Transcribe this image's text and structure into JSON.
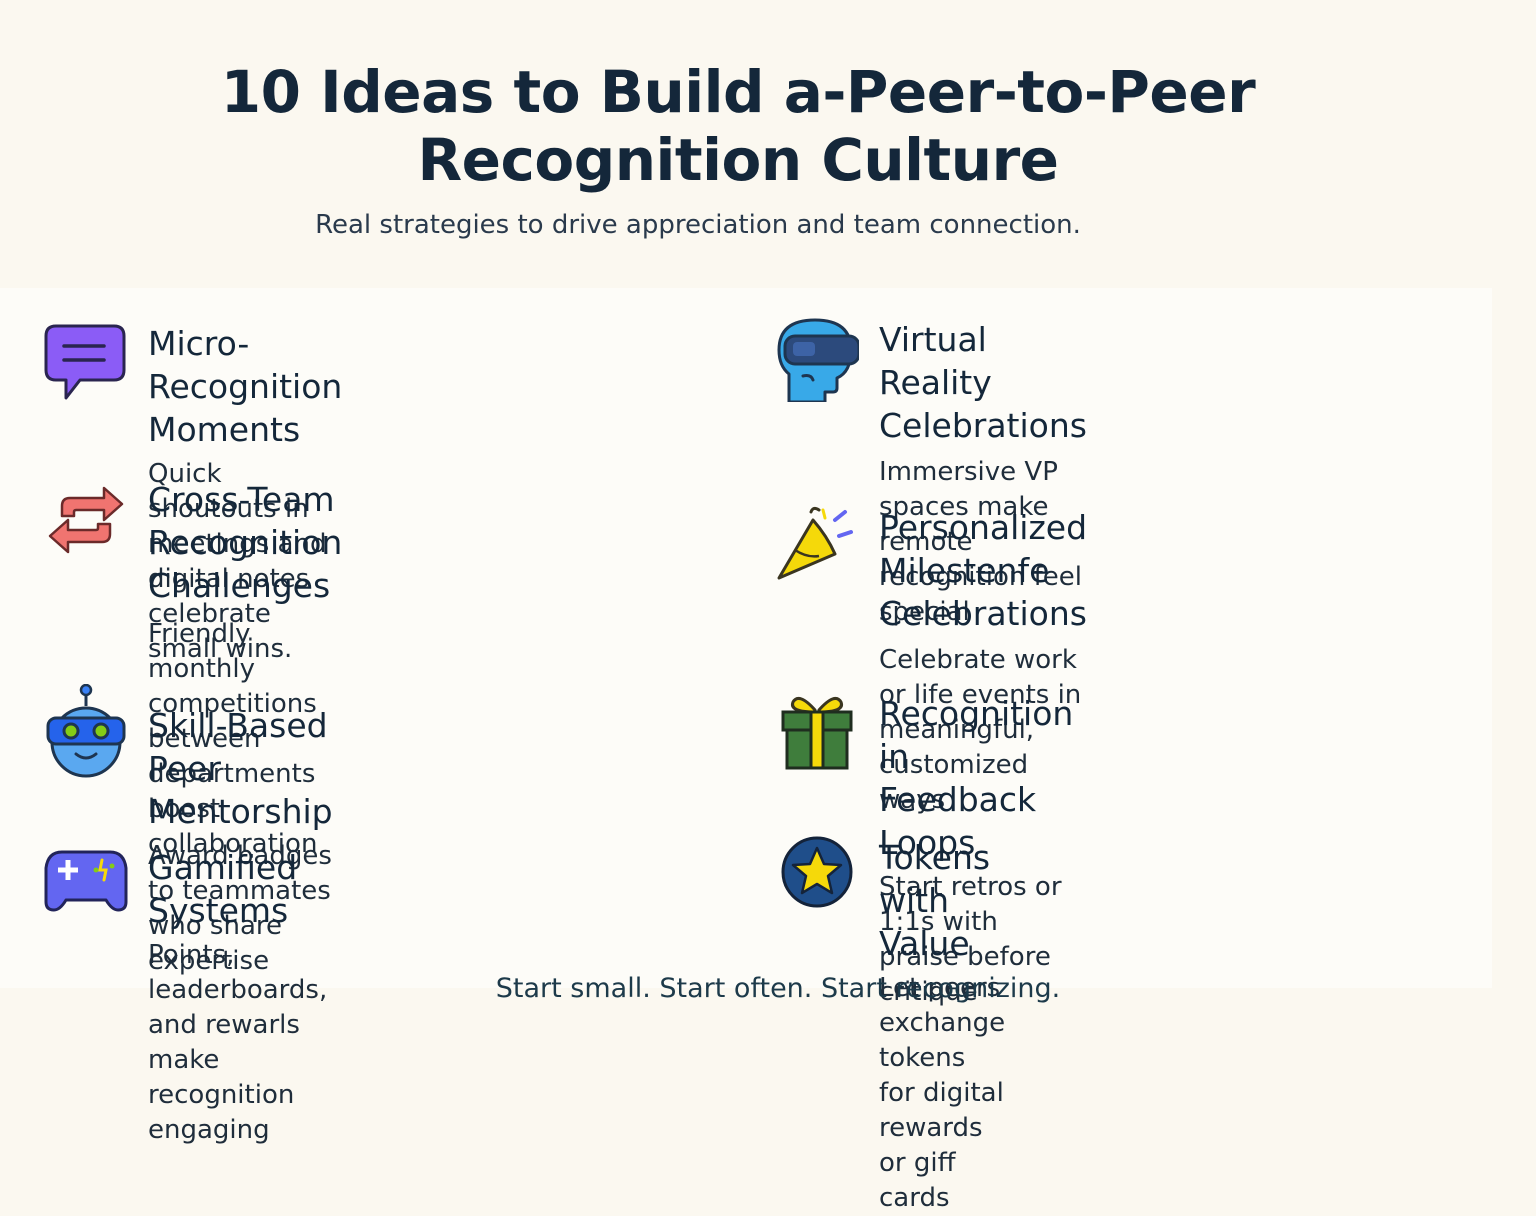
{
  "header": {
    "title_line1": "10 Ideas to Build a-Peer-to-Peer",
    "title_line2": "Recognition Culture",
    "subtitle": "Real strategies to drive appreciation and team connection."
  },
  "ideas": [
    {
      "icon": "chat-bubble-icon",
      "title": "Micro-Recognition Moments",
      "desc_lines": [
        "Quick shoutouts in meetings and",
        "digital notes celebrate small wins."
      ]
    },
    {
      "icon": "cycle-arrows-icon",
      "title_lines": [
        "Cross-Team Recognition",
        "Challenges"
      ],
      "desc_lines": [
        "Friendly monthly competitions",
        "between departments boost",
        "collaboration"
      ]
    },
    {
      "icon": "robot-icon",
      "title": "Skill-Based Peer Mentorship",
      "desc_lines": [
        "Award badges to teammates",
        "who share expertise"
      ]
    },
    {
      "icon": "game-controller-icon",
      "title": "Gamified Systems",
      "desc_lines": [
        "Points, leaderboards, and rewarls",
        "make recognition engaging"
      ]
    },
    {
      "icon": "vr-headset-icon",
      "title_lines": [
        "Virtual Reality",
        "Celebrations"
      ],
      "desc_lines": [
        "Immersive VP spaces make remote",
        "recognition feel special"
      ]
    },
    {
      "icon": "party-popper-icon",
      "title_lines": [
        "Personalized Milestenfe",
        "Celebrations"
      ],
      "desc_lines": [
        "Celebrate work or life events in",
        "meaningful, customized ways"
      ]
    },
    {
      "icon": "gift-box-icon",
      "title": "Recognition in Feedback Loops",
      "desc_lines": [
        "Start retros or 1:1s with praise before",
        "critique"
      ]
    },
    {
      "icon": "star-token-icon",
      "title": "Tokens with Value",
      "desc_lines": [
        "Let peers exchange tokens for digital",
        "rewards or giff cards"
      ]
    }
  ],
  "footer": "Start small.  Start often. Start recognizing.",
  "colors": {
    "background": "#fbf8f0",
    "title": "#14273a",
    "chat_purple": "#8b5cf6",
    "arrow_red": "#f07470",
    "robot_blue": "#3b82f6",
    "controller_indigo": "#6366f1",
    "vr_blue": "#38a9e8",
    "popper_yellow": "#f5d90a",
    "gift_green": "#3f7d3c",
    "token_navy": "#1f4e8a"
  }
}
